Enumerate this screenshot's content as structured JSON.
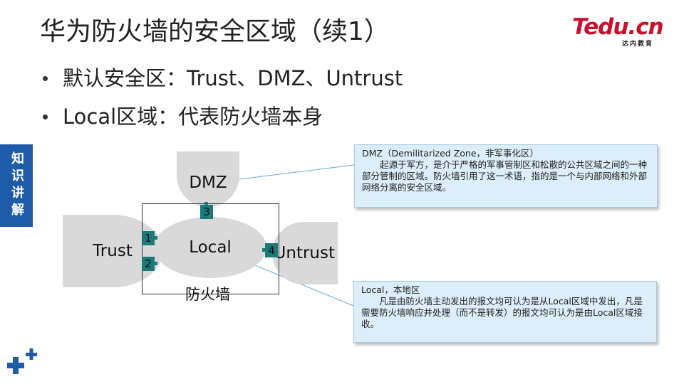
{
  "title": "华为防火墙的安全区域（续1）",
  "logo": {
    "text": "Tedu.cn",
    "subtitle": "达内教育"
  },
  "bullets": [
    "默认安全区：Trust、DMZ、Untrust",
    "Local区域：代表防火墙本身"
  ],
  "side_tab": "知识讲解",
  "diagram": {
    "zones": {
      "dmz": "DMZ",
      "trust": "Trust",
      "untrust": "Untrust",
      "local": "Local"
    },
    "firewall_label": "防火墙",
    "ports": [
      "1",
      "2",
      "3",
      "4"
    ]
  },
  "callouts": {
    "dmz": {
      "heading": "DMZ（Demilitarized Zone，非军事化区）",
      "body": "起源于军方，是介于严格的军事管制区和松散的公共区域之间的一种部分管制的区域。防火墙引用了这一术语，指的是一个与内部网络和外部网络分离的安全区域。"
    },
    "local": {
      "heading": "Local，本地区",
      "body": "凡是由防火墙主动发出的报文均可认为是从Local区域中发出，凡是需要防火墙响应并处理（而不是转发）的报文均可认为是由Local区域接收。"
    }
  },
  "colors": {
    "accent_blue": "#1e5ba8",
    "logo_red": "#c8102e",
    "zone_gray": "#d9d9d9",
    "port_teal": "#1b7a7a",
    "callout_bg": "#dbeef9"
  }
}
